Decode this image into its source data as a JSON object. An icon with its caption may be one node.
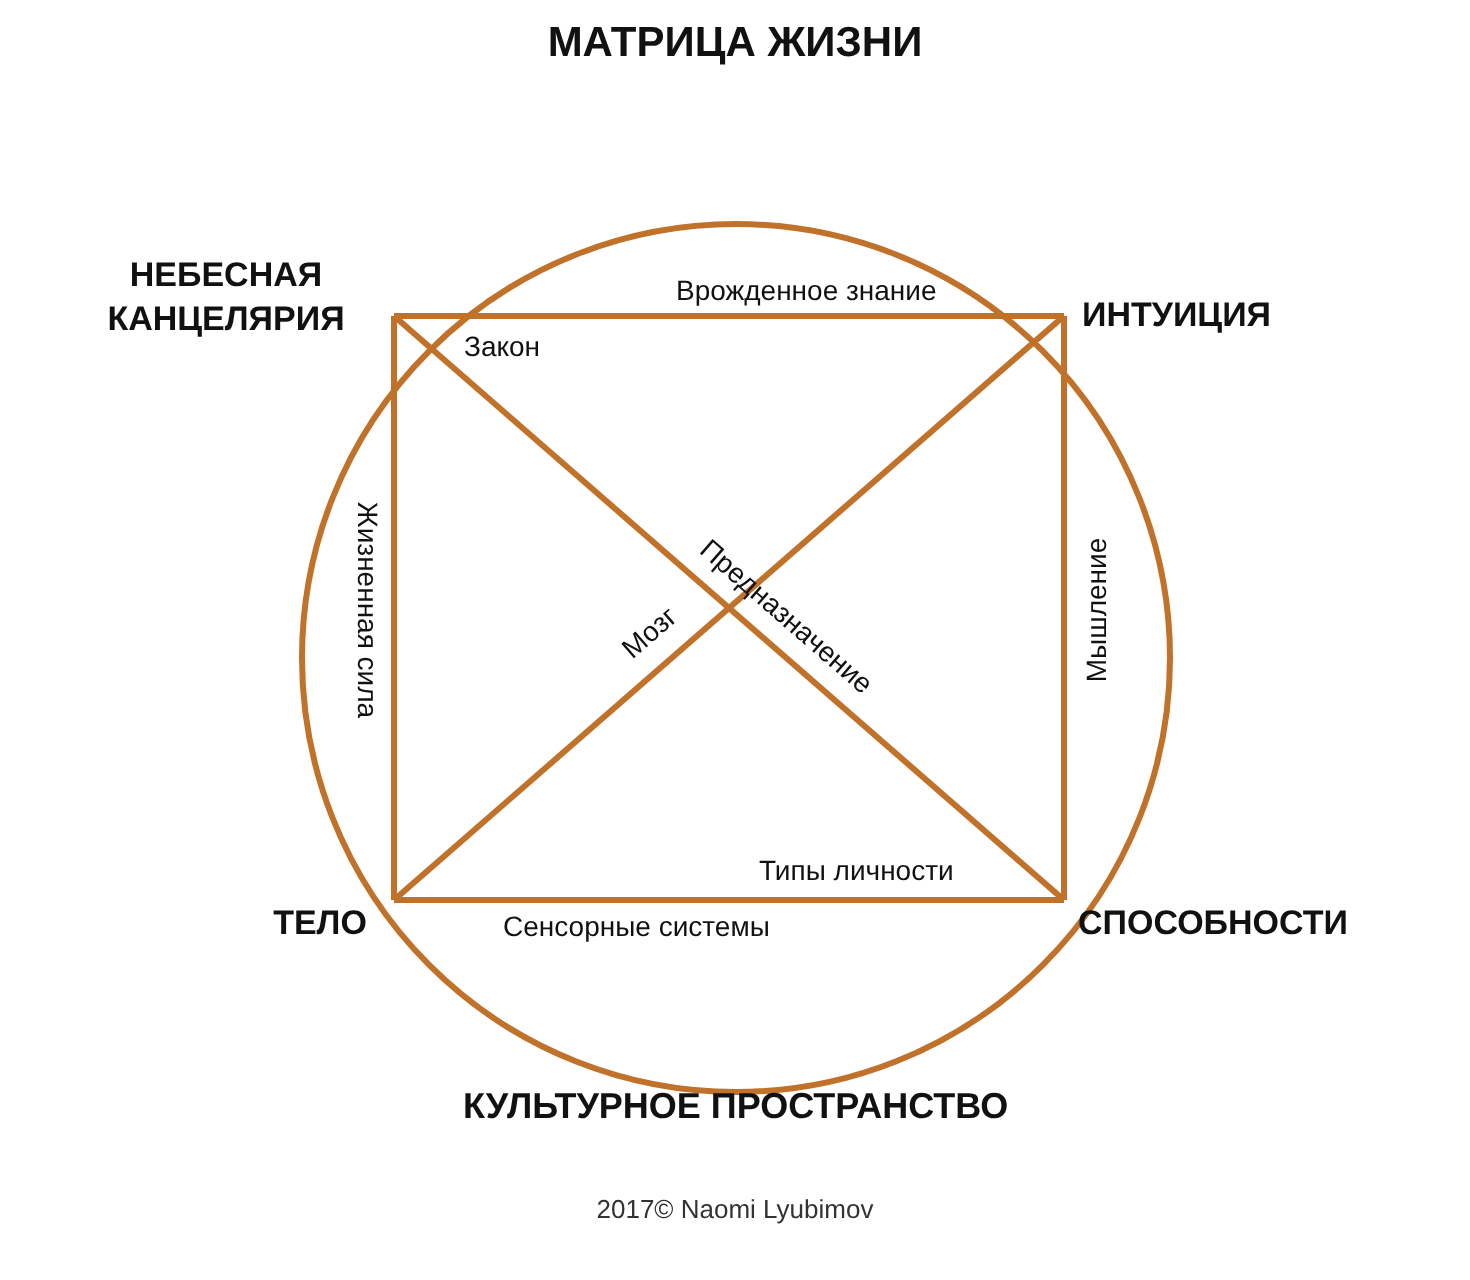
{
  "diagram": {
    "title": "МАТРИЦА ЖИЗНИ",
    "caption": "2017© Naomi Lyubimov",
    "nodes": [
      {
        "text": [
          "НЕБЕСНАЯ КАНЦЕЛЯРИЯ"
        ]
      },
      {
        "text": [
          "ИНТУИЦИЯ"
        ]
      },
      {
        "text": [
          "ТЕЛО"
        ]
      },
      {
        "text": [
          "СПОСОБНОСТИ"
        ]
      }
    ],
    "edges": [
      {
        "from": 0,
        "to": 1,
        "arrow": "none",
        "label": "Врожденное знание"
      },
      {
        "from": 0,
        "to": 2,
        "arrow": "none",
        "label": "Жизненная сила"
      },
      {
        "from": 0,
        "to": 3,
        "arrow": "none",
        "label": "Предназначение"
      },
      {
        "from": 2,
        "to": 1,
        "arrow": "none",
        "label": "Мозг"
      },
      {
        "from": 1,
        "to": 3,
        "arrow": "none",
        "label": "Мышление"
      },
      {
        "from": 2,
        "to": 3,
        "arrow": "none",
        "label": "Сенсорные системы"
      }
    ],
    "labels": [
      "Закон",
      "Типы личности",
      "КУЛЬТУРНОЕ ПРОСТРАНСТВО"
    ]
  }
}
